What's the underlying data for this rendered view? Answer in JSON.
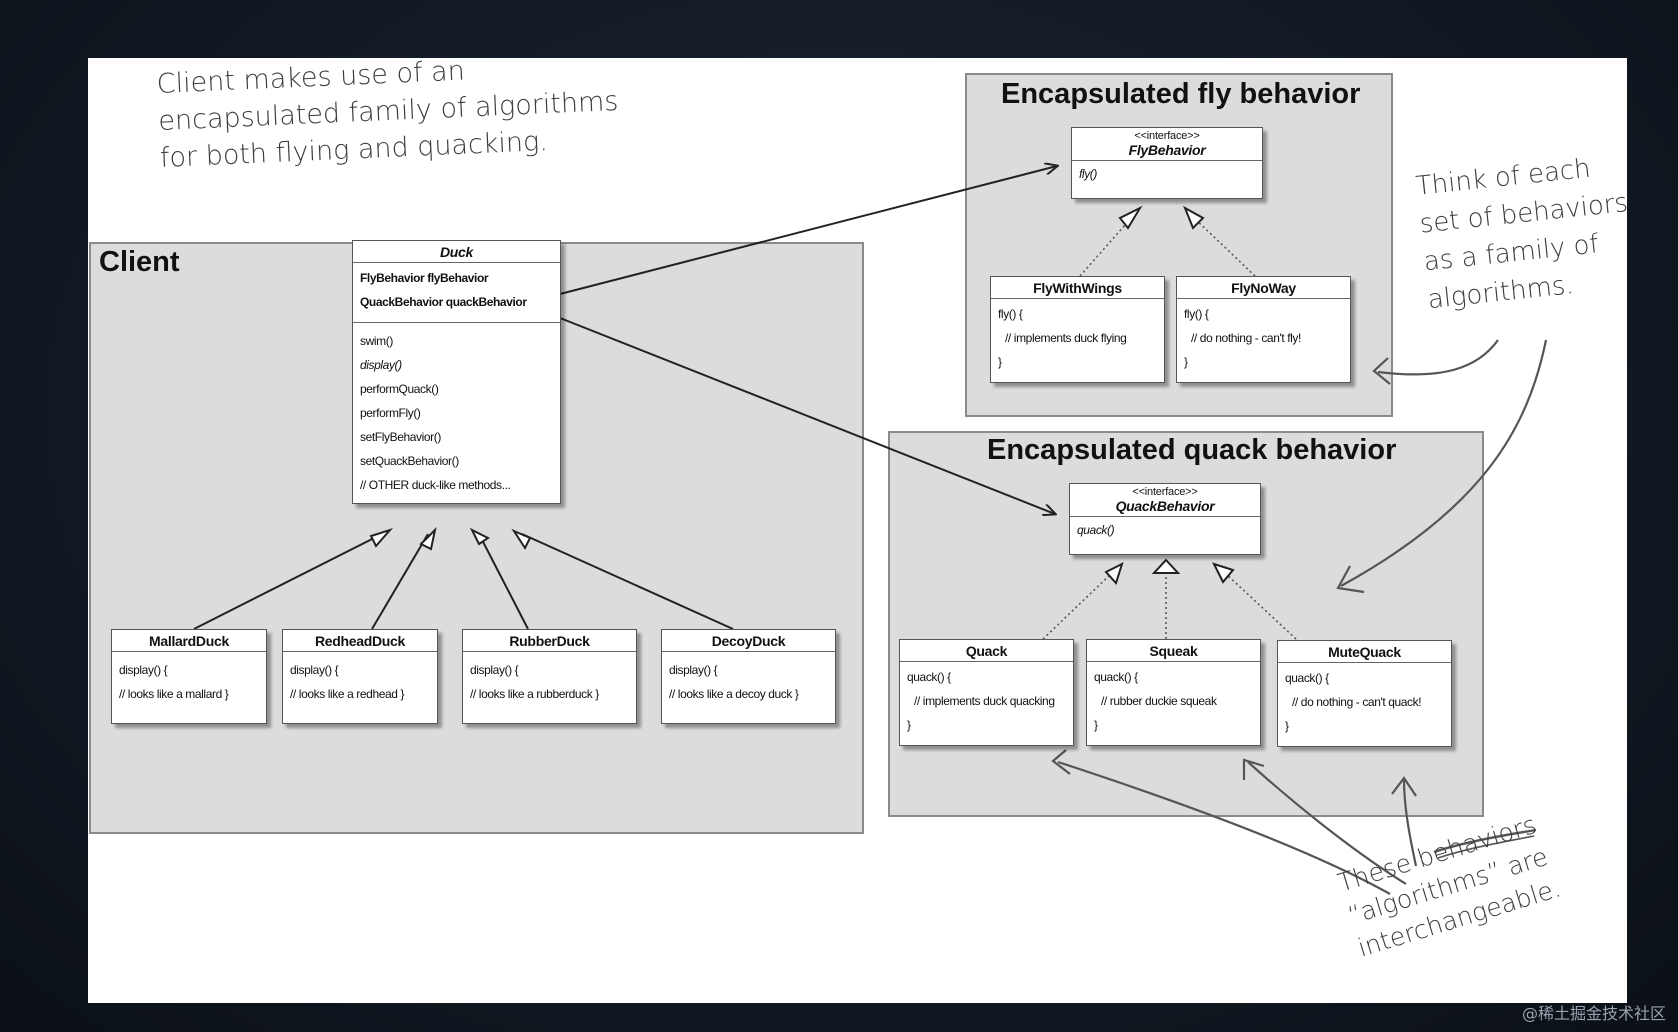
{
  "notes": {
    "client_note": [
      "Client makes use of an",
      "encapsulated family of algorithms",
      "for both flying and quacking."
    ],
    "family_note": [
      "Think of each",
      "set of behaviors",
      "as a family of",
      "algorithms."
    ],
    "interchange_note": [
      "These",
      "behaviors",
      "“algorithms” are",
      "interchangeable."
    ]
  },
  "groups": {
    "client": "Client",
    "fly": "Encapsulated fly behavior",
    "quack": "Encapsulated quack behavior"
  },
  "duck": {
    "name": "Duck",
    "fields": [
      "FlyBehavior flyBehavior",
      "QuackBehavior quackBehavior"
    ],
    "methods": [
      "swim()",
      "display()",
      "performQuack()",
      "performFly()",
      "setFlyBehavior()",
      "setQuackBehavior()",
      "// OTHER duck-like methods..."
    ]
  },
  "subclasses": [
    {
      "name": "MallardDuck",
      "lines": [
        "display() {",
        "// looks like a mallard }"
      ]
    },
    {
      "name": "RedheadDuck",
      "lines": [
        "display() {",
        "// looks like a redhead }"
      ]
    },
    {
      "name": "RubberDuck",
      "lines": [
        "display() {",
        "// looks like a rubberduck }"
      ]
    },
    {
      "name": "DecoyDuck",
      "lines": [
        "display() {",
        "// looks like a decoy duck }"
      ]
    }
  ],
  "fly_interface": {
    "stereotype": "<<interface>>",
    "name": "FlyBehavior",
    "method": "fly()"
  },
  "fly_impls": [
    {
      "name": "FlyWithWings",
      "lines": [
        "fly() {",
        "// implements duck flying",
        "}"
      ]
    },
    {
      "name": "FlyNoWay",
      "lines": [
        "fly() {",
        "// do nothing - can't fly!",
        "}"
      ]
    }
  ],
  "quack_interface": {
    "stereotype": "<<interface>>",
    "name": "QuackBehavior",
    "method": "quack()"
  },
  "quack_impls": [
    {
      "name": "Quack",
      "lines": [
        "quack() {",
        "// implements duck quacking",
        "}"
      ]
    },
    {
      "name": "Squeak",
      "lines": [
        "quack() {",
        "// rubber duckie squeak",
        "}"
      ]
    },
    {
      "name": "MuteQuack",
      "lines": [
        "quack() {",
        "// do nothing - can't quack!",
        "}"
      ]
    }
  ],
  "watermark": "@稀土掘金技术社区",
  "colors": {
    "group_fill": "#dcdcdc",
    "group_border": "#8a8a8a",
    "ink": "#3c3c3c"
  }
}
